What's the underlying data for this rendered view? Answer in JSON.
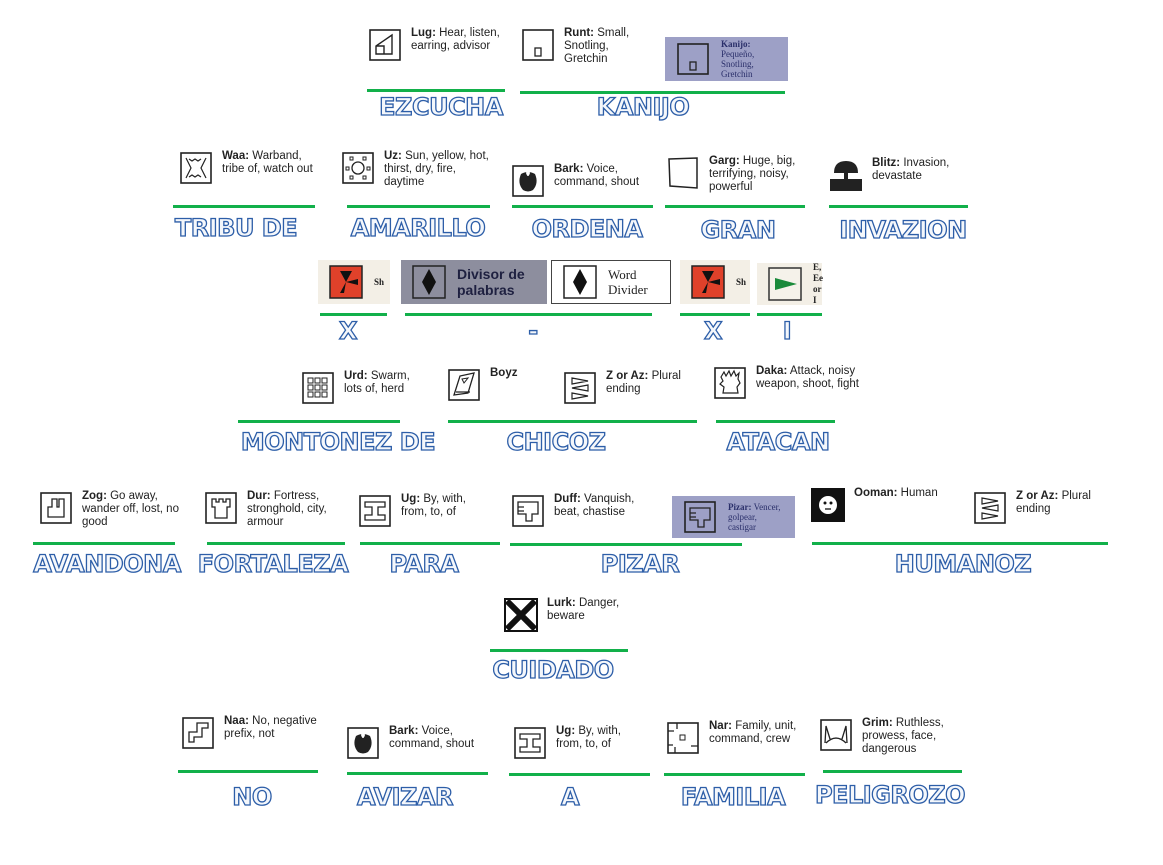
{
  "cards": [
    {
      "icon": "lug-glyph-icon",
      "name": "Lug:",
      "text": "Hear, listen, earring, advisor"
    },
    {
      "icon": "runt-glyph-icon",
      "name": "Runt:",
      "text": "Small, Snotling, Gretchin"
    },
    {
      "icon": "waa-glyph-icon",
      "name": "Waa:",
      "text": "Warband, tribe of, watch out"
    },
    {
      "icon": "uz-glyph-icon",
      "name": "Uz:",
      "text": "Sun, yellow, hot, thirst, dry, fire, daytime"
    },
    {
      "icon": "bark-glyph-icon",
      "name": "Bark:",
      "text": "Voice, command, shout"
    },
    {
      "icon": "garg-glyph-icon",
      "name": "Garg:",
      "text": "Huge, big, terrifying, noisy, powerful"
    },
    {
      "icon": "blitz-glyph-icon",
      "name": "Blitz:",
      "text": "Invasion, devastate"
    },
    {
      "icon": "urd-glyph-icon",
      "name": "Urd:",
      "text": "Swarm, lots of, herd"
    },
    {
      "icon": "boyz-glyph-icon",
      "name": "Boyz",
      "text": ""
    },
    {
      "icon": "plural-glyph-icon",
      "name": "Z or Az:",
      "text": "Plural ending"
    },
    {
      "icon": "daka-glyph-icon",
      "name": "Daka:",
      "text": "Attack, noisy weapon, shoot, fight"
    },
    {
      "icon": "zog-glyph-icon",
      "name": "Zog:",
      "text": "Go away, wander off, lost, no good"
    },
    {
      "icon": "dur-glyph-icon",
      "name": "Dur:",
      "text": "Fortress, stronghold, city, armour"
    },
    {
      "icon": "ug-glyph-icon",
      "name": "Ug:",
      "text": "By, with, from, to, of"
    },
    {
      "icon": "duff-glyph-icon",
      "name": "Duff:",
      "text": "Vanquish, beat, chastise"
    },
    {
      "icon": "ooman-glyph-icon",
      "name": "Ooman:",
      "text": "Human"
    },
    {
      "icon": "plural-glyph-icon",
      "name": "Z or Az:",
      "text": "Plural ending"
    },
    {
      "icon": "lurk-glyph-icon",
      "name": "Lurk:",
      "text": "Danger, beware"
    },
    {
      "icon": "naa-glyph-icon",
      "name": "Naa:",
      "text": "No, negative prefix, not"
    },
    {
      "icon": "bark-glyph-icon",
      "name": "Bark:",
      "text": "Voice, command, shout"
    },
    {
      "icon": "ug-glyph-icon",
      "name": "Ug:",
      "text": "By, with, from, to, of"
    },
    {
      "icon": "nar-glyph-icon",
      "name": "Nar:",
      "text": "Family, unit, command, crew"
    },
    {
      "icon": "grim-glyph-icon",
      "name": "Grim:",
      "text": "Ruthless, prowess, face, dangerous"
    }
  ],
  "photos": [
    {
      "icon": "runt-glyph-icon",
      "name": "Kanijo:",
      "text": "Pequeño, Snotling, Gretchin",
      "style": "blue"
    },
    {
      "icon": "sh-glyph-icon",
      "name": "",
      "text": "Sh",
      "style": "beige"
    },
    {
      "icon": "divider-glyph-icon",
      "name": "",
      "text": "Divisor de palabras",
      "style": "gray"
    },
    {
      "icon": "divider-glyph-icon",
      "name": "",
      "text": "Word Divider",
      "style": "white"
    },
    {
      "icon": "sh-glyph-icon",
      "name": "",
      "text": "Sh",
      "style": "beige"
    },
    {
      "icon": "e-glyph-icon",
      "name": "",
      "text": "E, Ee or I",
      "style": "beige"
    },
    {
      "icon": "duff-glyph-icon",
      "name": "Pizar:",
      "text": "Vencer, golpear, castigar",
      "style": "blue"
    }
  ],
  "words": [
    "EZCUCHA",
    "KANIJO",
    "TRIBU DE",
    "AMARILLO",
    "ORDENA",
    "GRAN",
    "INVAZION",
    "X",
    "-",
    "X",
    "I",
    "MONTONEZ DE",
    "CHICOZ",
    "ATACAN",
    "AVANDONA",
    "FORTALEZA",
    "PARA",
    "PIZAR",
    "HUMANOZ",
    "CUIDADO",
    "NO",
    "AVIZAR",
    "A",
    "FAMILIA",
    "PELIGROZO"
  ],
  "colors": {
    "underline": "#12b04a",
    "word_outline": "#2d5ea8",
    "sh_red": "#e0412a",
    "e_green": "#1a8a3a"
  }
}
